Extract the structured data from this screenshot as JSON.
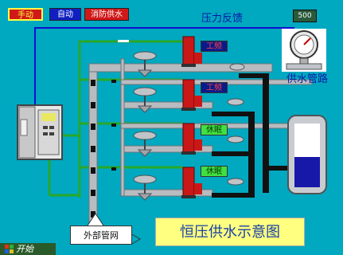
{
  "modes": {
    "manual": "手动",
    "auto": "自动",
    "fire": "消防供水"
  },
  "pressure_feedback_label": "压力反馈",
  "pressure_readout": "500",
  "supply_pipe_label": "供水管路",
  "external_network_label": "外部管网",
  "diagram_title": "恒压供水示意图",
  "pumps": [
    {
      "status": "工频"
    },
    {
      "status": "工频"
    },
    {
      "status": "休眠"
    },
    {
      "status": "休眠"
    }
  ],
  "taskbar": {
    "start_label": "开始"
  },
  "colors": {
    "background": "#00a8c0",
    "pump_red": "#c81818",
    "pipe_gray": "#b8bcc0",
    "signal_line_green": "#28a828",
    "feedback_line_blue": "#1010d0",
    "tank_water": "#1818a8"
  }
}
